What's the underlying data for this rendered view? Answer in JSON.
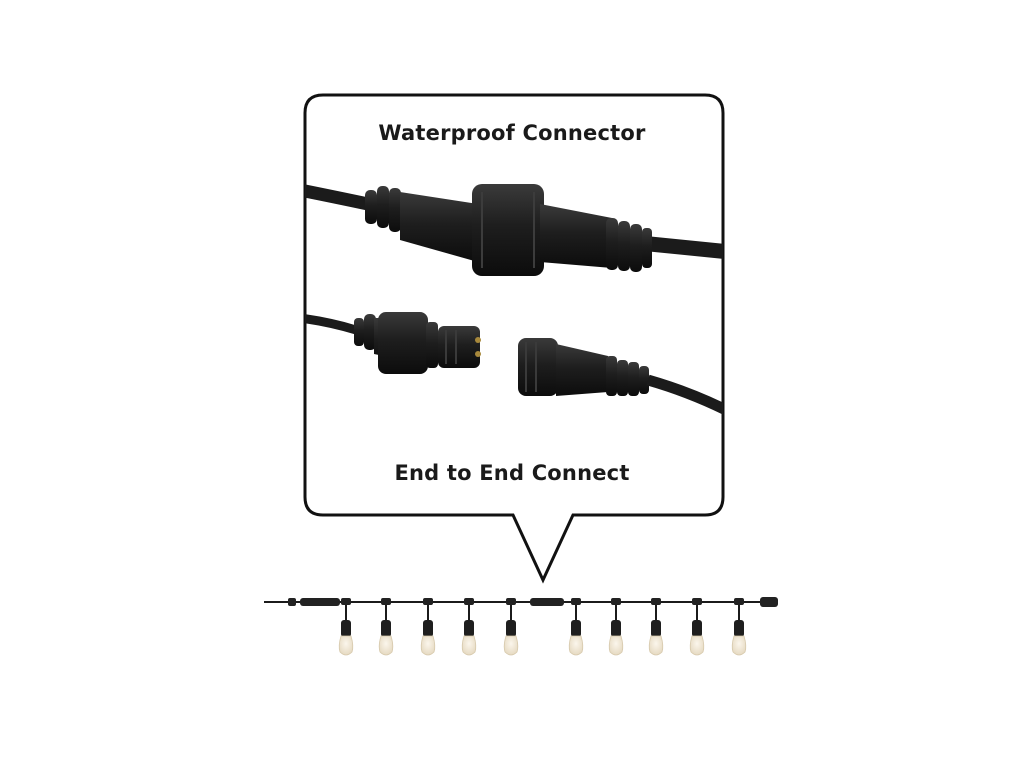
{
  "callout": {
    "top_label": "Waterproof Connector",
    "bottom_label": "End to End Connect"
  },
  "colors": {
    "bubble_stroke": "#111111",
    "cable": "#1b1b1b",
    "connector": "#222222",
    "bulb_glass": "#f3ead8",
    "background": "#ffffff"
  },
  "string_light": {
    "bulb_count": 10
  }
}
